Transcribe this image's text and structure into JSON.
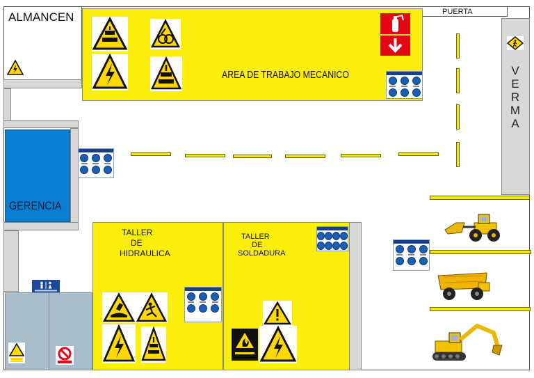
{
  "labels": {
    "almacen": "ALMANCEN",
    "area_mecanico": "AREA DE TRABAJO MECANICO",
    "puerta": "PUERTA",
    "verma": [
      "V",
      "E",
      "R",
      "M",
      "A"
    ],
    "gerencia": "GERENCIA",
    "taller_hidraulica": [
      "TALLER",
      "DE",
      "HIDRAULICA"
    ],
    "taller_soldadura": [
      "TALLER",
      "DE",
      "SOLDADURA"
    ]
  },
  "colors": {
    "work_area": "#fbee0b",
    "gerencia": "#0a7fd2",
    "corridor": "#d8d8d8",
    "banos": "#a9bcca",
    "lane_marking": "#f5e800",
    "hazard_yellow": "#ffd800",
    "fire_red": "#e30613",
    "ppe_blue": "#1a5fb4"
  },
  "icons": [
    "crush-hazard-icon",
    "rotating-parts-hazard-icon",
    "electric-hazard-icon",
    "pressing-hazard-icon",
    "fire-extinguisher-icon",
    "exit-arrow-icon",
    "pedestrian-diamond-icon",
    "corrosive-hazard-icon",
    "slip-hazard-icon",
    "general-warning-icon",
    "fire-hazard-icon",
    "no-entry-icon",
    "restroom-icon",
    "ppe-mandatory-board-icon",
    "wheel-loader-icon",
    "dump-truck-icon",
    "excavator-icon"
  ]
}
